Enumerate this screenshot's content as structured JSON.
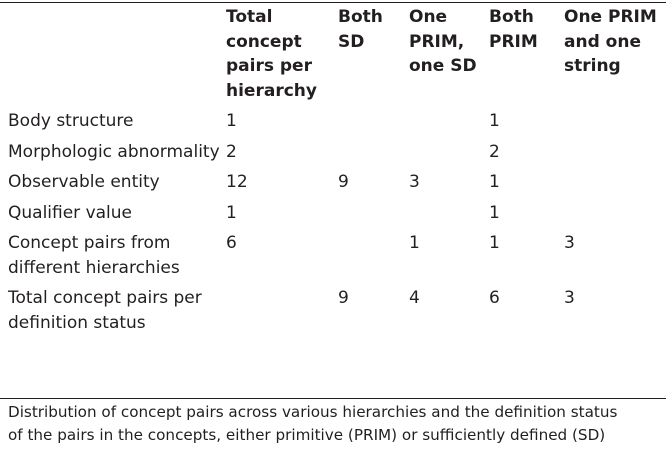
{
  "table": {
    "headers": [
      "",
      "Total concept pairs per hierarchy",
      "Both SD",
      "One PRIM, one SD",
      "Both PRIM",
      "One PRIM and one string"
    ],
    "rows": [
      [
        "Body structure",
        "1",
        "",
        "",
        "1",
        ""
      ],
      [
        "Morphologic abnormality",
        "2",
        "",
        "",
        "2",
        ""
      ],
      [
        "Observable entity",
        "12",
        "9",
        "3",
        "1",
        ""
      ],
      [
        "Qualifier value",
        "1",
        "",
        "",
        "1",
        ""
      ],
      [
        "Concept pairs from different hierarchies",
        "6",
        "",
        "1",
        "1",
        "3"
      ],
      [
        "Total concept pairs per definition status",
        "",
        "9",
        "4",
        "6",
        "3"
      ]
    ]
  },
  "caption": {
    "line1": "Distribution of concept pairs across various hierarchies and the definition status",
    "line2": "of the pairs in the concepts, either primitive (PRIM) or sufficiently defined (SD)"
  }
}
